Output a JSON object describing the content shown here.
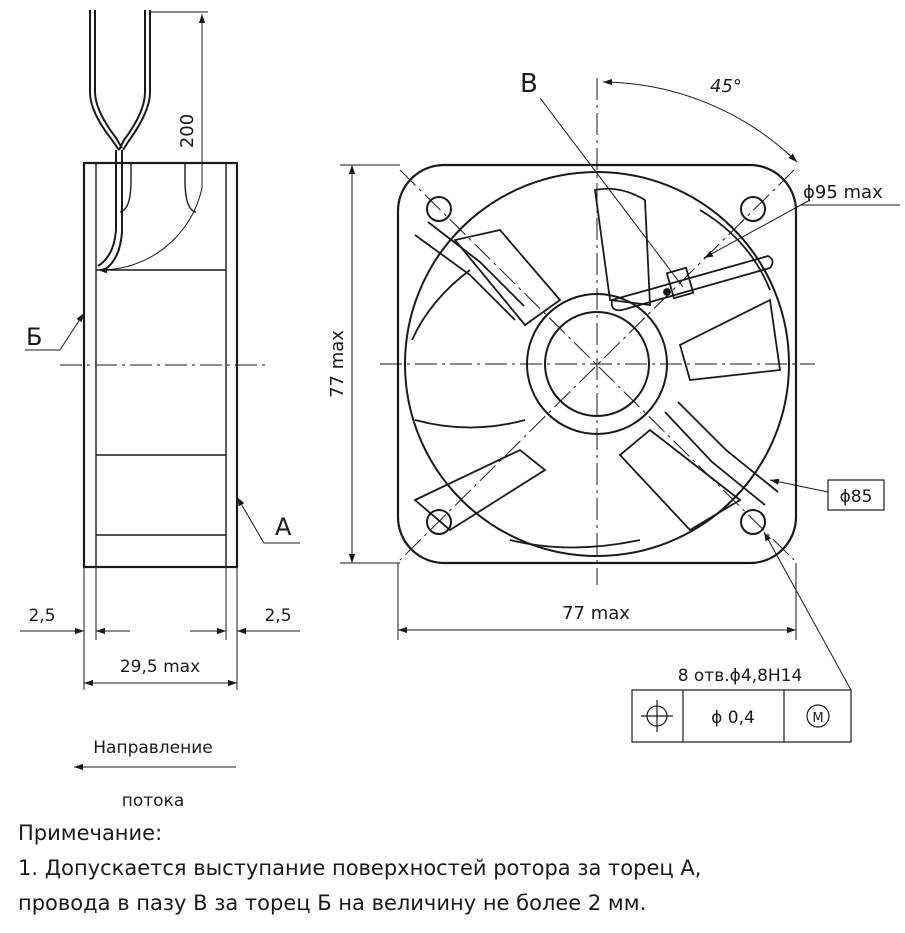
{
  "side_view": {
    "label_b": "Б",
    "label_a": "А",
    "dim_wire": "200",
    "dim_left_rim": "2,5",
    "dim_right_rim": "2,5",
    "dim_depth": "29,5 max",
    "flow_label_line1": "Направление",
    "flow_label_line2": "потока"
  },
  "front_view": {
    "label_v": "В",
    "angle": "45°",
    "dim_outer_diameter": "ϕ95 max",
    "dim_height": "77 max",
    "dim_width": "77 max",
    "dim_bolt_circle": "ϕ85",
    "holes_note": "8 отв.ϕ4,8H14",
    "tolerance_symbol": "⌖",
    "tolerance_value": "ϕ 0,4",
    "tolerance_modifier": "Ⓜ"
  },
  "notes": {
    "heading": "Примечание:",
    "line1": "1. Допускается выступание поверхностей ротора за торец А,",
    "line2": "провода в пазу В за торец Б на величину не более 2 мм."
  }
}
